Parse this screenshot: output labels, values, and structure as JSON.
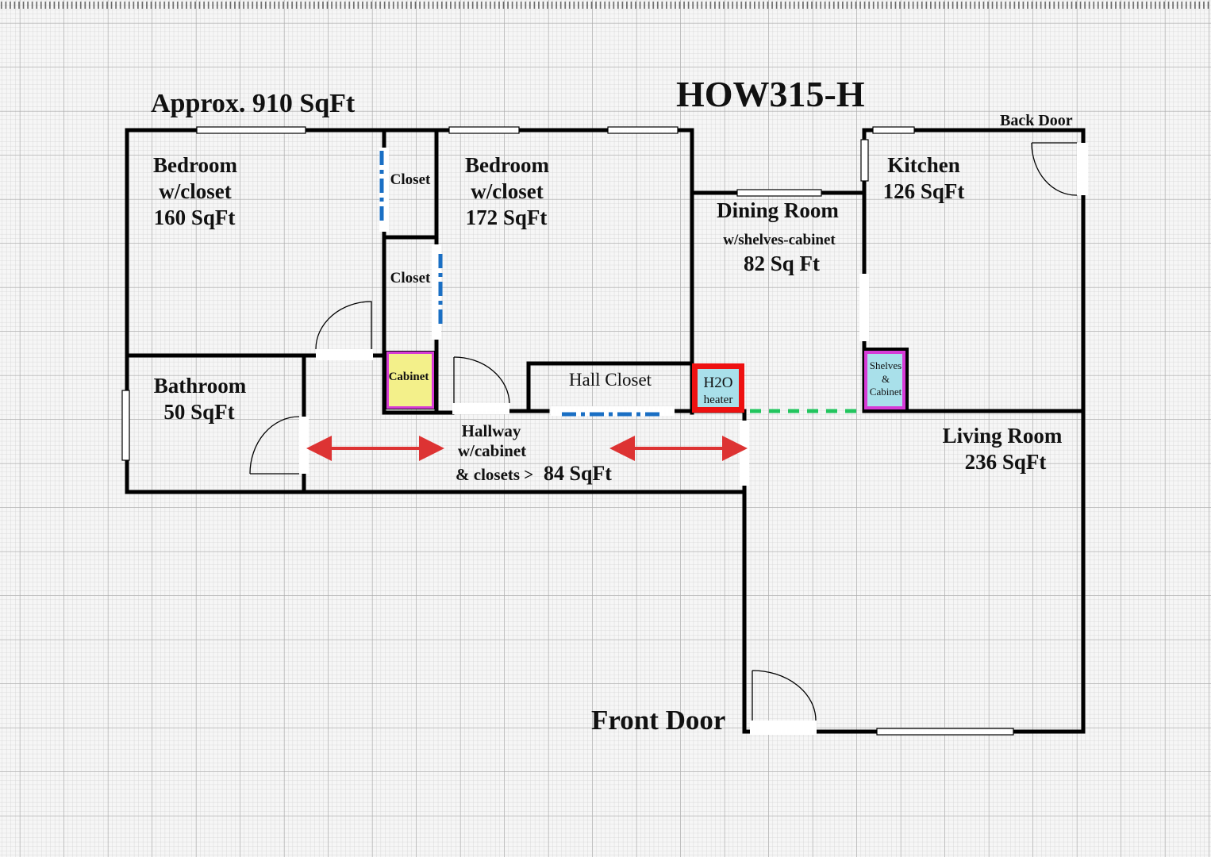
{
  "title": "HOW315-H",
  "total_area": "Approx. 910 SqFt",
  "colors": {
    "wall": "#000000",
    "arrow": "#dd3333",
    "closet_door": "#1a6fc4",
    "opening": "#22c55e",
    "cabinet_fill": "#f3f08a",
    "cabinet_border": "#d63bd6",
    "heater_border": "#ee1111",
    "heater_fill": "#a9e0ea"
  },
  "rooms": {
    "bedroom1": {
      "line1": "Bedroom",
      "line2": "w/closet",
      "line3": "160 SqFt"
    },
    "closet1": "Closet",
    "closet2": "Closet",
    "bedroom2": {
      "line1": "Bedroom",
      "line2": "w/closet",
      "line3": "172 SqFt"
    },
    "dining": {
      "line1": "Dining Room",
      "line2": "w/shelves-cabinet",
      "line3": "82 Sq Ft"
    },
    "kitchen": {
      "line1": "Kitchen",
      "line2": "126 SqFt"
    },
    "bathroom": {
      "line1": "Bathroom",
      "line2": "50 SqFt"
    },
    "cabinet": "Cabinet",
    "hall_closet": "Hall Closet",
    "heater": {
      "line1": "H2O",
      "line2": "heater"
    },
    "shelves": {
      "line1": "Shelves",
      "line2": "&",
      "line3": "Cabinet"
    },
    "hallway": {
      "line1": "Hallway",
      "line2": "w/cabinet",
      "line3a": "& closets >",
      "line3b": "84 SqFt"
    },
    "living": {
      "line1": "Living Room",
      "line2": "236 SqFt"
    }
  },
  "doors": {
    "back": "Back Door",
    "front": "Front Door"
  }
}
